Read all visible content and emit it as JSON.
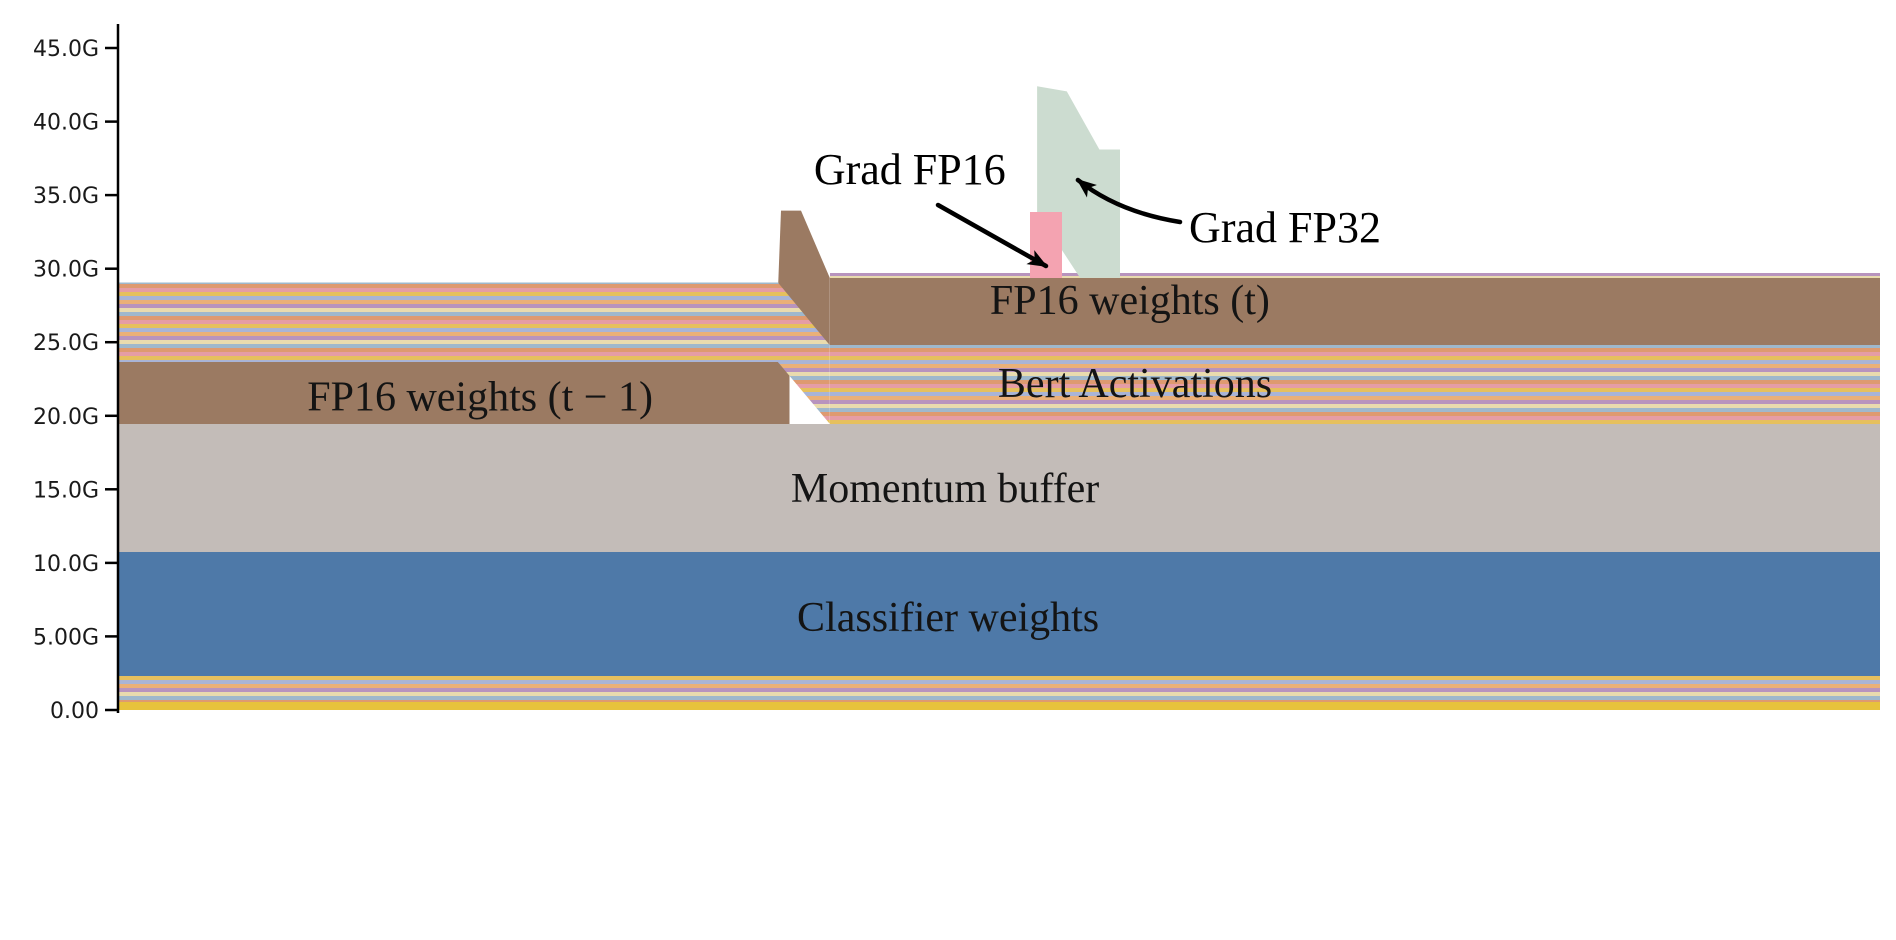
{
  "figure": {
    "background": "#ffffff",
    "axis_color": "#000000"
  },
  "chart_data": {
    "type": "area",
    "subtype": "memory-timeline-stacked-area",
    "title": "",
    "xlabel": "",
    "ylabel": "",
    "unit": "GB",
    "ylim": [
      0,
      47
    ],
    "grid": false,
    "legend_position": "none",
    "yticks": [
      {
        "value": 0,
        "label": "0.00"
      },
      {
        "value": 5,
        "label": "5.00G"
      },
      {
        "value": 10,
        "label": "10.0G"
      },
      {
        "value": 15,
        "label": "15.0G"
      },
      {
        "value": 20,
        "label": "20.0G"
      },
      {
        "value": 25,
        "label": "25.0G"
      },
      {
        "value": 30,
        "label": "30.0G"
      },
      {
        "value": 35,
        "label": "35.0G"
      },
      {
        "value": 40,
        "label": "40.0G"
      },
      {
        "value": 45,
        "label": "45.0G"
      }
    ],
    "stripe_colors": [
      "#e59da5",
      "#e6c05e",
      "#a9b4d6",
      "#eab078",
      "#b894be",
      "#e9dbae",
      "#9fb8cc",
      "#de9a70"
    ],
    "colors": {
      "classifier_weights": "#4e79a8",
      "momentum_buffer": "#c3bcb8",
      "fp16_weights": "#9b7a62",
      "grad_fp16": "#f4a3b1",
      "grad_fp32": "#ccdcd0",
      "bottom_band": "#e7c23c"
    },
    "shapes": [
      {
        "name": "bottom-yellow-band",
        "kind": "rect",
        "fill": "#e7c23c",
        "x0": 0,
        "x1": 1,
        "g0": 0,
        "g1": 0.55
      },
      {
        "name": "misc-small-tensors",
        "kind": "rect",
        "fill": "stripes",
        "x0": 0,
        "x1": 1,
        "g0": 0.55,
        "g1": 2.3
      },
      {
        "name": "classifier-weights",
        "kind": "rect",
        "fill": "#4e79a8",
        "x0": 0,
        "x1": 1,
        "g0": 2.3,
        "g1": 10.75
      },
      {
        "name": "momentum-buffer",
        "kind": "rect",
        "fill": "#c3bcb8",
        "x0": 0,
        "x1": 1,
        "g0": 10.75,
        "g1": 19.45
      },
      {
        "name": "fp16-weights-t-minus-1",
        "kind": "rect",
        "fill": "#9b7a62",
        "x0": 0,
        "x1": 0.381,
        "g0": 19.45,
        "g1": 23.65
      },
      {
        "name": "activations-left",
        "kind": "rect",
        "fill": "stripes",
        "x0": 0,
        "x1": 0.3746,
        "g0": 23.65,
        "g1": 29.05
      },
      {
        "name": "weight-update-spike",
        "kind": "polygon",
        "fill": "#9b7a62",
        "points": [
          [
            0.3746,
            28.6
          ],
          [
            0.3763,
            33.95
          ],
          [
            0.3876,
            33.95
          ],
          [
            0.404,
            29.37
          ],
          [
            0.404,
            24.8
          ]
        ]
      },
      {
        "name": "activations-transition",
        "kind": "polygon",
        "fill": "stripes",
        "points": [
          [
            0.3746,
            29.05
          ],
          [
            0.404,
            24.8
          ],
          [
            0.404,
            19.45
          ],
          [
            0.3746,
            23.65
          ]
        ]
      },
      {
        "name": "bert-activations",
        "kind": "rect",
        "fill": "stripes",
        "x0": 0.404,
        "x1": 1,
        "g0": 19.45,
        "g1": 24.8
      },
      {
        "name": "fp16-weights-t",
        "kind": "rect",
        "fill": "#9b7a62",
        "x0": 0.404,
        "x1": 1,
        "g0": 24.8,
        "g1": 29.37
      },
      {
        "name": "top-stripes-right",
        "kind": "rect",
        "fill": "stripes",
        "x0": 0.404,
        "x1": 1,
        "g0": 29.37,
        "g1": 29.72
      },
      {
        "name": "grad-fp32-block",
        "kind": "polygon",
        "fill": "#ccdcd0",
        "points": [
          [
            0.5216,
            42.4
          ],
          [
            0.5385,
            42.05
          ],
          [
            0.557,
            38.1
          ],
          [
            0.5687,
            38.1
          ],
          [
            0.5687,
            29.37
          ],
          [
            0.546,
            29.37
          ],
          [
            0.5216,
            33.85
          ]
        ]
      },
      {
        "name": "grad-fp16-block",
        "kind": "rect",
        "fill": "#f4a3b1",
        "x0": 0.5176,
        "x1": 0.5357,
        "g0": 29.37,
        "g1": 33.85
      }
    ],
    "region_labels": [
      {
        "text": "FP16 weights (t − 1)",
        "x": 0.2055,
        "g": 21.3
      },
      {
        "text": "FP16 weights (t)",
        "x": 0.5743,
        "g": 27.87
      },
      {
        "text": "Bert Activations",
        "x": 0.5772,
        "g": 22.23
      },
      {
        "text": "Momentum buffer",
        "x": 0.4694,
        "g": 15.09
      },
      {
        "text": "Classifier weights",
        "x": 0.4711,
        "g": 6.32
      }
    ],
    "annotations": [
      {
        "text": "Grad FP16",
        "x": 0.4494,
        "g": 36.71,
        "arrow": {
          "from": [
            0.4654,
            34.33
          ],
          "to": [
            0.5267,
            30.18
          ]
        }
      },
      {
        "text": "Grad FP32",
        "x": 0.6623,
        "g": 32.77,
        "arrow": {
          "from": [
            0.6027,
            33.17
          ],
          "ctrl": [
            0.5675,
            33.85
          ],
          "to": [
            0.5448,
            36.03
          ]
        }
      }
    ],
    "series_summary": [
      {
        "name": "Classifier weights",
        "g_range": [
          2.3,
          10.75
        ],
        "extent": "full timeline"
      },
      {
        "name": "Momentum buffer",
        "g_range": [
          10.75,
          19.45
        ],
        "extent": "full timeline"
      },
      {
        "name": "FP16 weights (t − 1)",
        "g_range": [
          19.45,
          23.65
        ],
        "extent": "first half"
      },
      {
        "name": "Activations (left)",
        "g_range": [
          23.65,
          29.05
        ],
        "extent": "first half"
      },
      {
        "name": "Bert Activations",
        "g_range": [
          19.45,
          24.8
        ],
        "extent": "second half"
      },
      {
        "name": "FP16 weights (t)",
        "g_range": [
          24.8,
          29.37
        ],
        "extent": "second half"
      },
      {
        "name": "Grad FP16",
        "g_range": [
          29.37,
          33.85
        ],
        "extent": "brief peak"
      },
      {
        "name": "Grad FP32",
        "g_range": [
          29.37,
          42.4
        ],
        "extent": "brief peak"
      }
    ]
  }
}
